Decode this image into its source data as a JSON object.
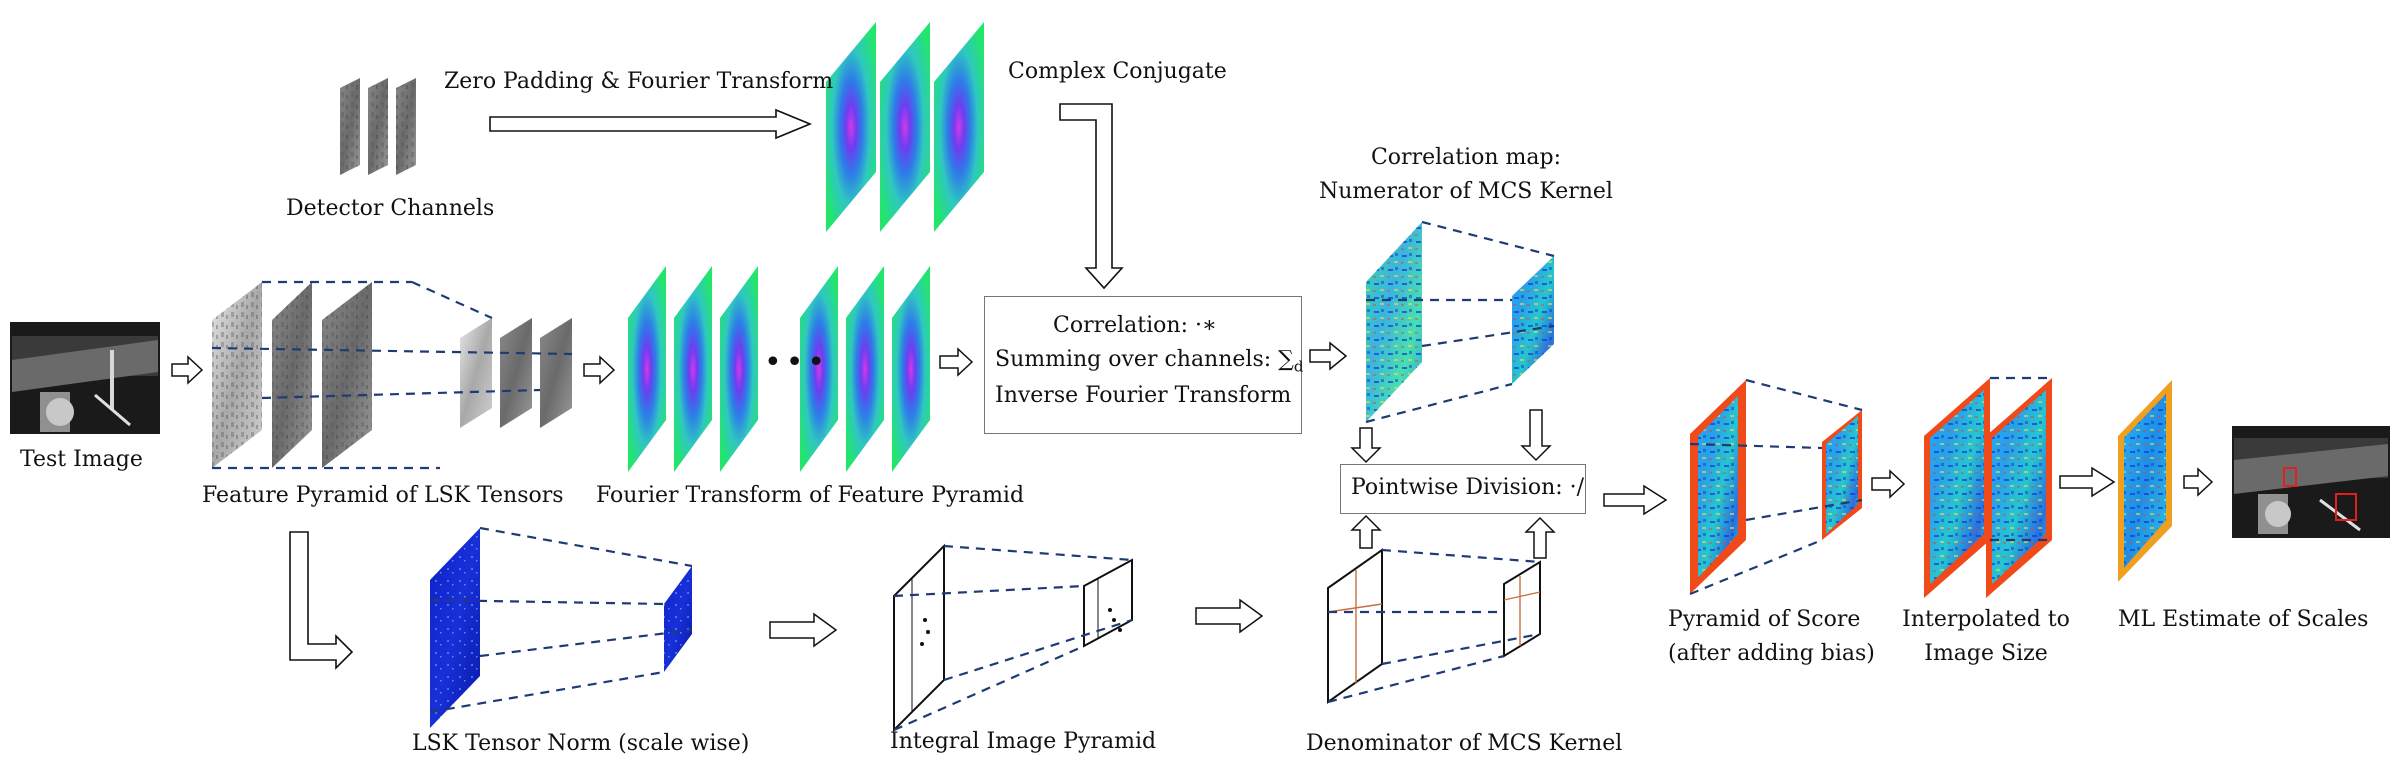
{
  "labels": {
    "detector_channels": "Detector Channels",
    "zero_padding_ft": "Zero Padding & Fourier Transform",
    "complex_conjugate": "Complex Conjugate",
    "correlation_map_line1": "Correlation map:",
    "correlation_map_line2": "Numerator of MCS Kernel",
    "test_image": "Test Image",
    "feature_pyramid": "Feature Pyramid of LSK Tensors",
    "ft_feature_pyramid": "Fourier Transform of Feature Pyramid",
    "lsk_tensor_norm": "LSK Tensor Norm (scale wise)",
    "integral_image_pyramid": "Integral Image Pyramid",
    "denominator": "Denominator of MCS Kernel",
    "pyramid_score_line1": "Pyramid of Score",
    "pyramid_score_line2": "(after adding bias)",
    "interpolated_line1": "Interpolated to",
    "interpolated_line2": "Image Size",
    "ml_estimate": "ML Estimate of Scales",
    "ellipsis": "•••"
  },
  "correlation_box": {
    "line1": "Correlation: ·∗",
    "line2": "Summing over channels: ∑",
    "line2_sub": "d",
    "line3": "Inverse Fourier Transform"
  },
  "division_box": {
    "text": "Pointwise Division: ·/"
  },
  "colors": {
    "dashed_line": "#1f3b73",
    "score_border": "#f04a1a",
    "ml_border": "#f0a020",
    "jet_low": "#1d2fc8",
    "jet_high": "#ff3b1a",
    "ft_green": "#22e06a",
    "ft_magenta": "#d040e0"
  }
}
